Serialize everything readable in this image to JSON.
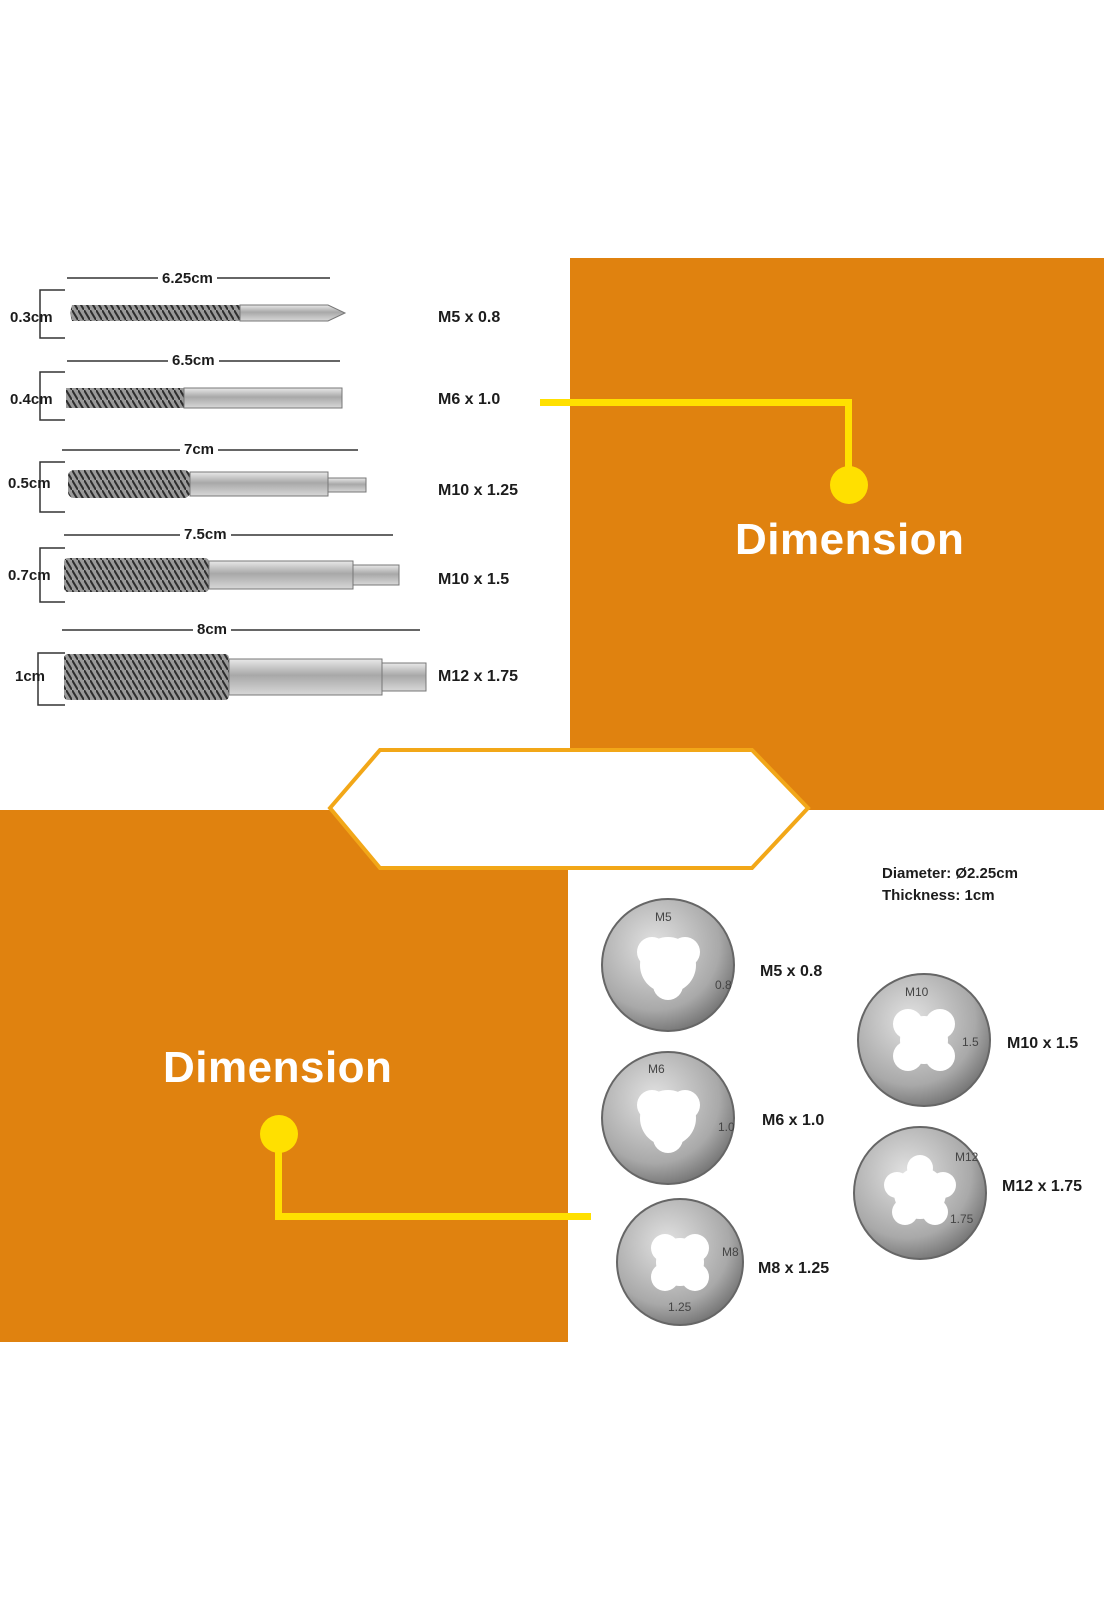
{
  "taps": {
    "items": [
      {
        "length": "6.25cm",
        "diameter": "0.3cm",
        "size": "M5 x 0.8"
      },
      {
        "length": "6.5cm",
        "diameter": "0.4cm",
        "size": "M6 x 1.0"
      },
      {
        "length": "7cm",
        "diameter": "0.5cm",
        "size": "M10 x 1.25"
      },
      {
        "length": "7.5cm",
        "diameter": "0.7cm",
        "size": "M10 x 1.5"
      },
      {
        "length": "8cm",
        "diameter": "1cm",
        "size": "M12 x 1.75"
      }
    ]
  },
  "dies": {
    "diameter_label": "Diameter: Ø2.25cm",
    "thickness_label": "Thickness: 1cm",
    "items": [
      {
        "size": "M5 x 0.8",
        "stamp_top": "M5",
        "stamp_side": "0.8"
      },
      {
        "size": "M6 x 1.0",
        "stamp_top": "M6",
        "stamp_side": "1.0"
      },
      {
        "size": "M8 x 1.25",
        "stamp_top": "M8",
        "stamp_side": "1.25"
      },
      {
        "size": "M10 x 1.5",
        "stamp_top": "M10",
        "stamp_side": "1.5"
      },
      {
        "size": "M12 x 1.75",
        "stamp_top": "M12",
        "stamp_side": "1.75"
      }
    ]
  },
  "headings": {
    "top_right": "Dimension",
    "bottom_left": "Dimension"
  },
  "colors": {
    "orange": "#e0820f",
    "accent_yellow": "#ffe000",
    "steel": "#b9b9b9"
  }
}
